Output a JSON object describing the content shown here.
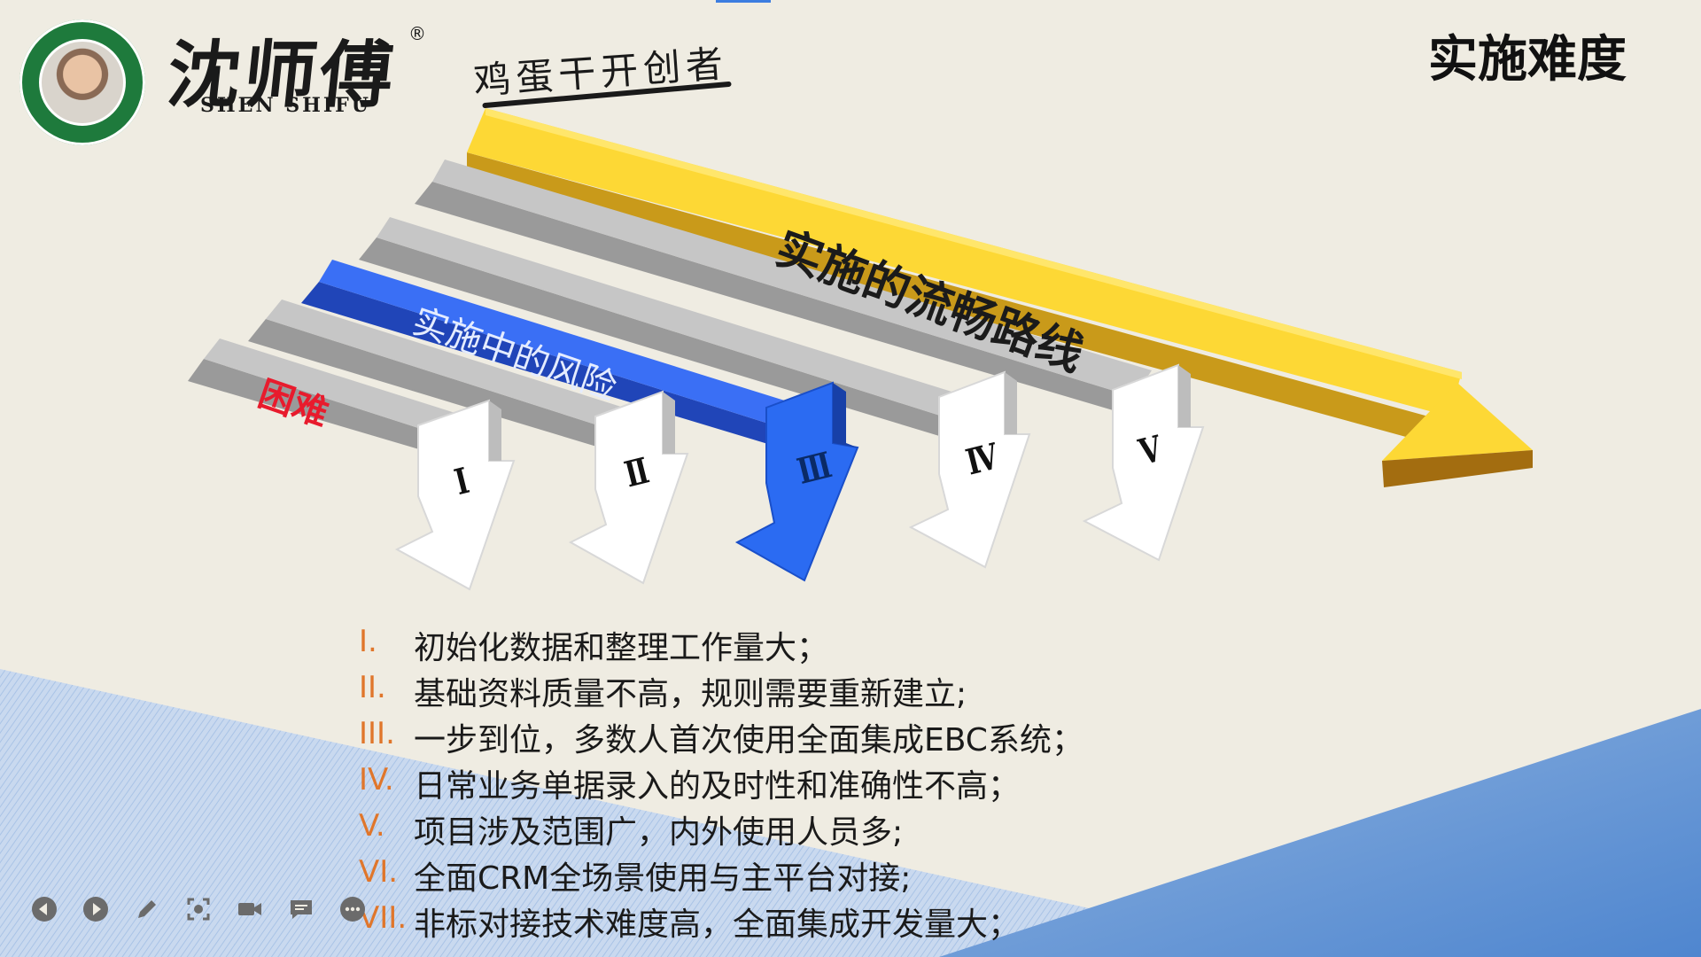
{
  "header": {
    "brand_name": "沈师傅",
    "brand_registered": "®",
    "brand_pinyin": "SHEN SHIFU",
    "slogan": "鸡蛋干开创者",
    "page_title": "实施难度"
  },
  "diagram": {
    "flow_label": "实施的流畅路线",
    "risk_label": "实施中的风险",
    "difficulty_label": "困难",
    "markers": [
      "Ⅰ",
      "Ⅱ",
      "Ⅲ",
      "Ⅳ",
      "Ⅴ"
    ]
  },
  "issues": [
    {
      "num": "I.",
      "text": "初始化数据和整理工作量大；"
    },
    {
      "num": "II.",
      "text": "基础资料质量不高，规则需要重新建立;"
    },
    {
      "num": "III.",
      "text": "一步到位，多数人首次使用全面集成EBC系统；"
    },
    {
      "num": "IV.",
      "text": "日常业务单据录入的及时性和准确性不高；"
    },
    {
      "num": "V.",
      "text": "项目涉及范围广，内外使用人员多;"
    },
    {
      "num": "VI.",
      "text": "全面CRM全场景使用与主平台对接;"
    },
    {
      "num": "VII.",
      "text": "非标对接技术难度高，全面集成开发量大；"
    }
  ],
  "toolbar": {
    "icons": [
      "previous-icon",
      "next-icon",
      "pen-icon",
      "screenshot-icon",
      "camera-icon",
      "comment-icon",
      "more-icon"
    ]
  },
  "colors": {
    "background": "#efece2",
    "flow_arrow": "#fdd835",
    "risk_arrow": "#3a6ff5",
    "gray_bar": "#bdbdbd",
    "difficulty_text": "#e81b2d",
    "list_number": "#e0762b",
    "corner_blue": "#5b8fcf"
  }
}
